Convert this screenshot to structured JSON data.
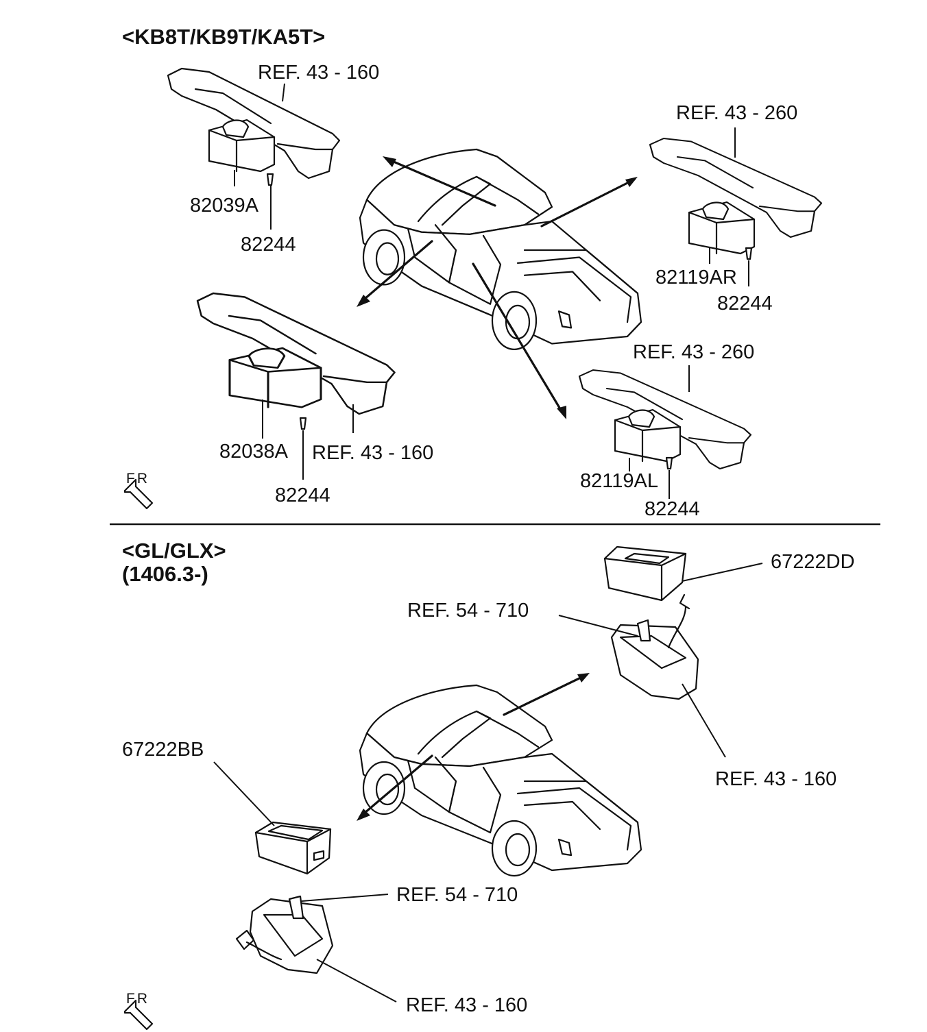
{
  "sections": {
    "top": {
      "title": "<KB8T/KB9T/KA5T>"
    },
    "bottom": {
      "title": "<GL/GLX>",
      "subtitle": "(1406.3-)"
    }
  },
  "labels": {
    "ref_43_160_a": "REF. 43 - 160",
    "ref_43_260_a": "REF. 43 - 260",
    "p_82039A": "82039A",
    "p_82244_a": "82244",
    "p_82119AR": "82119AR",
    "p_82244_b": "82244",
    "ref_43_260_b": "REF. 43 - 260",
    "p_82038A": "82038A",
    "ref_43_160_b": "REF. 43 - 160",
    "p_82244_c": "82244",
    "p_82119AL": "82119AL",
    "p_82244_d": "82244",
    "p_67222DD": "67222DD",
    "ref_54_710_a": "REF. 54 - 710",
    "ref_43_160_c": "REF. 43 - 160",
    "p_67222BB": "67222BB",
    "ref_54_710_b": "REF. 54 - 710",
    "ref_43_160_d": "REF. 43 - 160"
  },
  "orientation": {
    "top": "FR",
    "bottom": "FR"
  }
}
